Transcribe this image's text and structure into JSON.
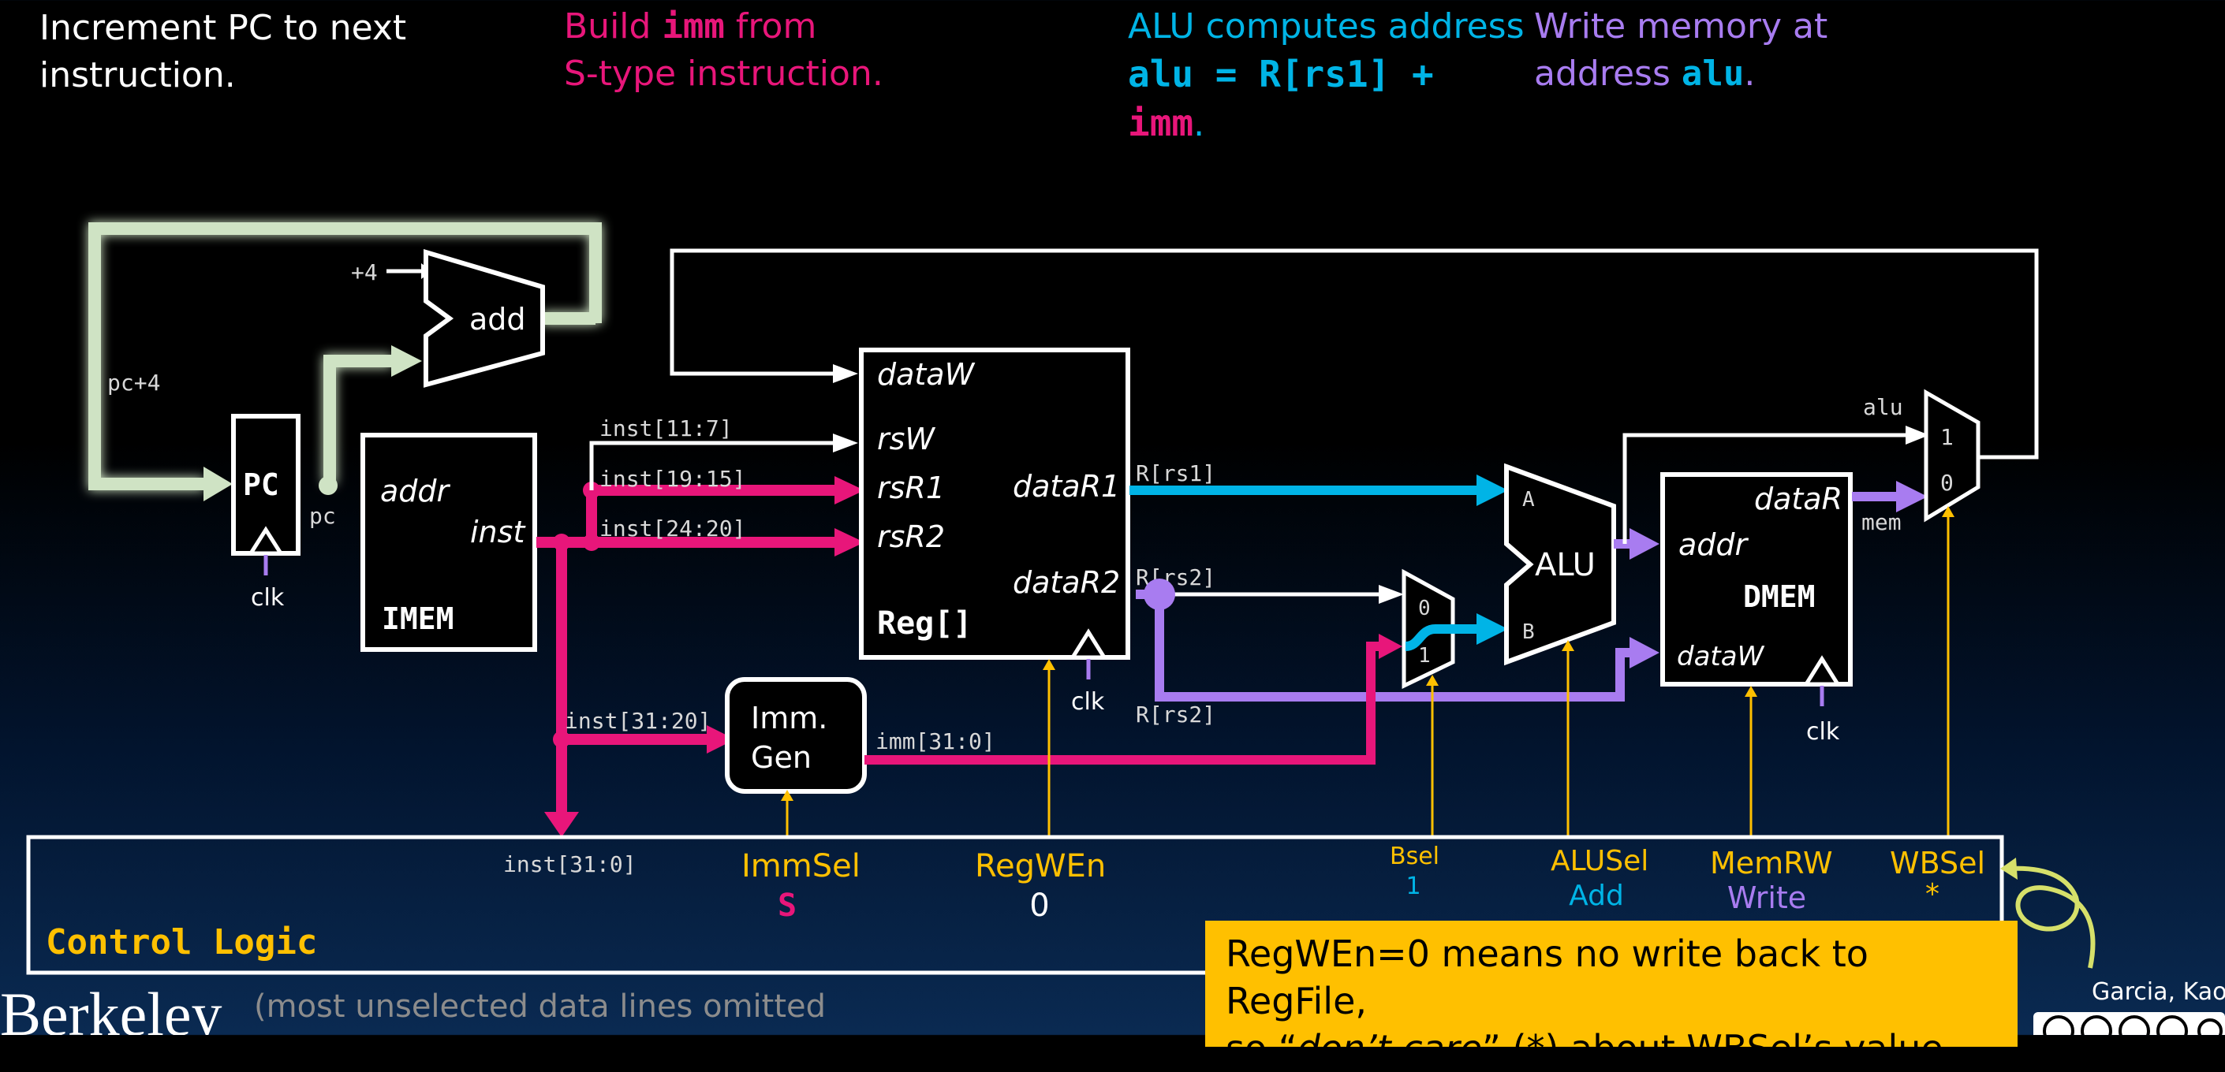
{
  "captions": {
    "pc": "Increment PC to next instruction.",
    "imm_1": "Build ",
    "imm_code": "imm",
    "imm_2": " from",
    "imm_3": "S-type instruction.",
    "alu_1": "ALU computes address",
    "alu_code1": "alu = R[rs1] +",
    "alu_code2": "imm",
    "alu_dot": ".",
    "mem_1": "Write memory at",
    "mem_2": "address ",
    "mem_code": "alu",
    "mem_dot": "."
  },
  "blocks": {
    "pc": "PC",
    "pc_wire": "pc",
    "clk": "clk",
    "add": "add",
    "plus4": "+4",
    "pc_plus4": "pc+4",
    "imem_addr": "addr",
    "imem_inst": "inst",
    "imem": "IMEM",
    "regfile": "Reg[]",
    "dataW": "dataW",
    "rsW": "rsW",
    "rsR1": "rsR1",
    "rsR2": "rsR2",
    "dataR1": "dataR1",
    "dataR2": "dataR2",
    "immgen_1": "Imm.",
    "immgen_2": "Gen",
    "alu": "ALU",
    "alu_a": "A",
    "alu_b": "B",
    "bmux_0": "0",
    "bmux_1": "1",
    "dmem": "DMEM",
    "dmem_addr": "addr",
    "dmem_dataW": "dataW",
    "dmem_dataR": "dataR",
    "wbmux_1": "1",
    "wbmux_0": "0"
  },
  "wires": {
    "inst_11_7": "inst[11:7]",
    "inst_19_15": "inst[19:15]",
    "inst_24_20": "inst[24:20]",
    "inst_31_20": "inst[31:20]",
    "imm_31_0": "imm[31:0]",
    "r_rs1": "R[rs1]",
    "r_rs2_top": "R[rs2]",
    "r_rs2_bottom": "R[rs2]",
    "alu": "alu",
    "mem": "mem",
    "inst_31_0": "inst[31:0]"
  },
  "control": {
    "title": "Control Logic",
    "signals": [
      {
        "name": "ImmSel",
        "value": "S"
      },
      {
        "name": "RegWEn",
        "value": "0"
      },
      {
        "name": "Bsel",
        "value": "1"
      },
      {
        "name": "ALUSel",
        "value": "Add"
      },
      {
        "name": "MemRW",
        "value": "Write"
      },
      {
        "name": "WBSel",
        "value": "*"
      }
    ]
  },
  "callout": {
    "line1": "RegWEn=0 means no write back to RegFile,",
    "line2a": "so “",
    "line2b": "don’t care",
    "line2c": "” (*) about WBSel’s value."
  },
  "footer": {
    "logo": "Berkeley",
    "note": "(most unselected data lines omitted",
    "authors": "Garcia, Kao"
  },
  "colors": {
    "pink": "#e8167a",
    "cyan": "#00b4e6",
    "purple": "#a87cf0",
    "orange": "#ffc000",
    "pale_green": "#cfe3c4"
  }
}
